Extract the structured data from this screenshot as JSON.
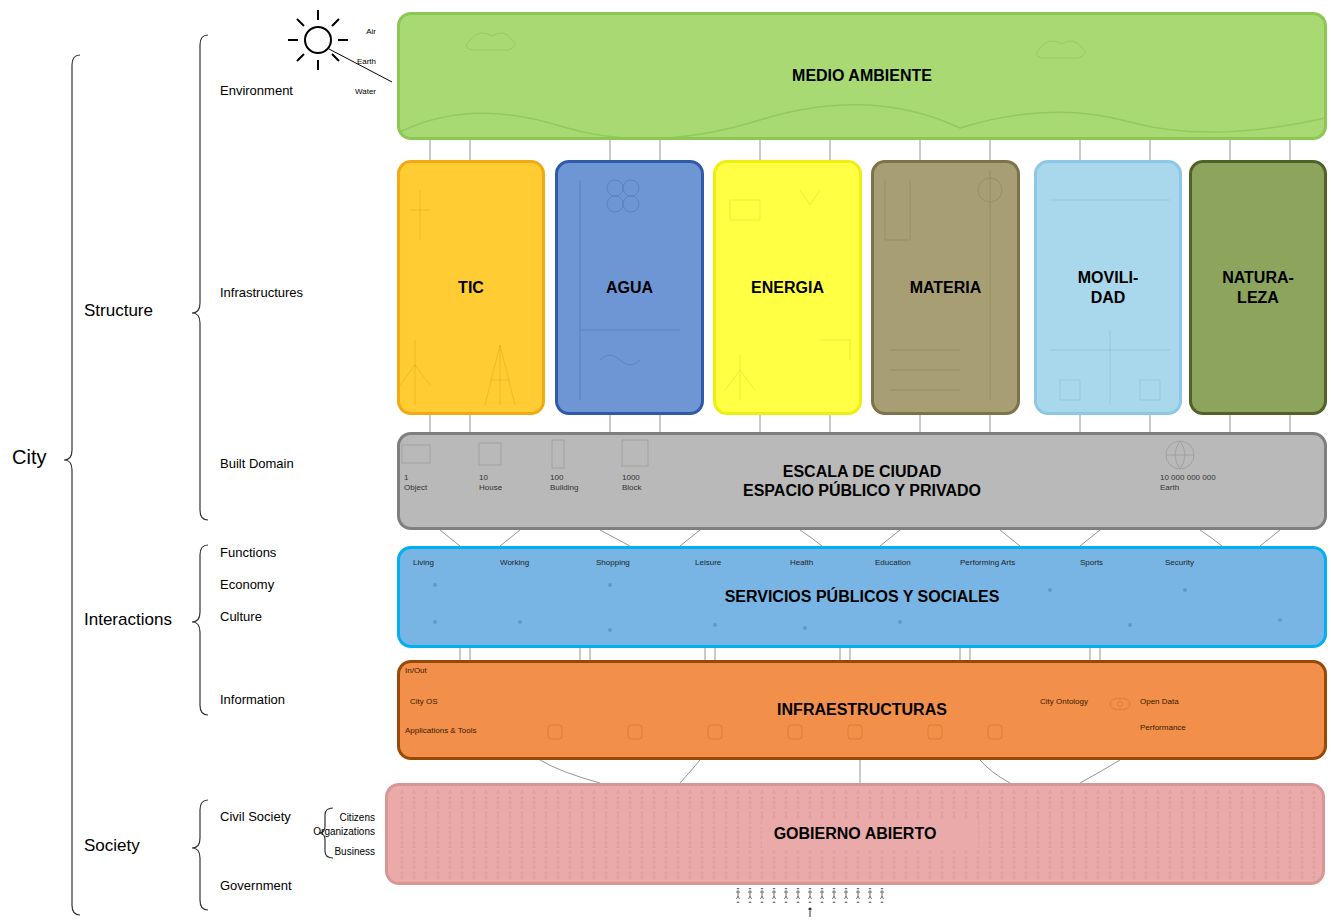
{
  "diagram": {
    "nodes": [
      {
        "text": [
          "MEDIO AMBIENTE"
        ]
      },
      {
        "text": [
          "TIC"
        ]
      },
      {
        "text": [
          "AGUA"
        ]
      },
      {
        "text": [
          "ENERGIA"
        ]
      },
      {
        "text": [
          "MATERIA"
        ]
      },
      {
        "text": [
          "MOVILI- DAD"
        ]
      },
      {
        "text": [
          "NATURA- LEZA"
        ]
      },
      {
        "text": [
          "ESCALA DE CIUDAD",
          "ESPACIO PÚBLICO Y PRIVADO"
        ]
      },
      {
        "text": [
          "SERVICIOS PÚBLICOS Y SOCIALES"
        ]
      },
      {
        "text": [
          "INFRAESTRUCTURAS"
        ]
      },
      {
        "text": [
          "GOBIERNO ABIERTO"
        ]
      }
    ],
    "labels": [
      "City",
      "Structure",
      "Interactions",
      "Society",
      "Environment",
      "Infrastructures",
      "Built Domain",
      "Functions",
      "Economy",
      "Culture",
      "Information",
      "Civil Society",
      "Government",
      "Citizens",
      "Organizations",
      "Business",
      "Air",
      "Earth",
      "Water",
      "Living",
      "Working",
      "Shopping",
      "Leisure",
      "Health",
      "Education",
      "Performing Arts",
      "Sports",
      "Security",
      "In/Out",
      "City OS",
      "City Ontology",
      "Open Data",
      "Performance",
      "Applications & Tools",
      "1",
      "Object",
      "10",
      "House",
      "100",
      "Building",
      "1000",
      "Block",
      "10 000 000 000",
      "Earth"
    ]
  }
}
